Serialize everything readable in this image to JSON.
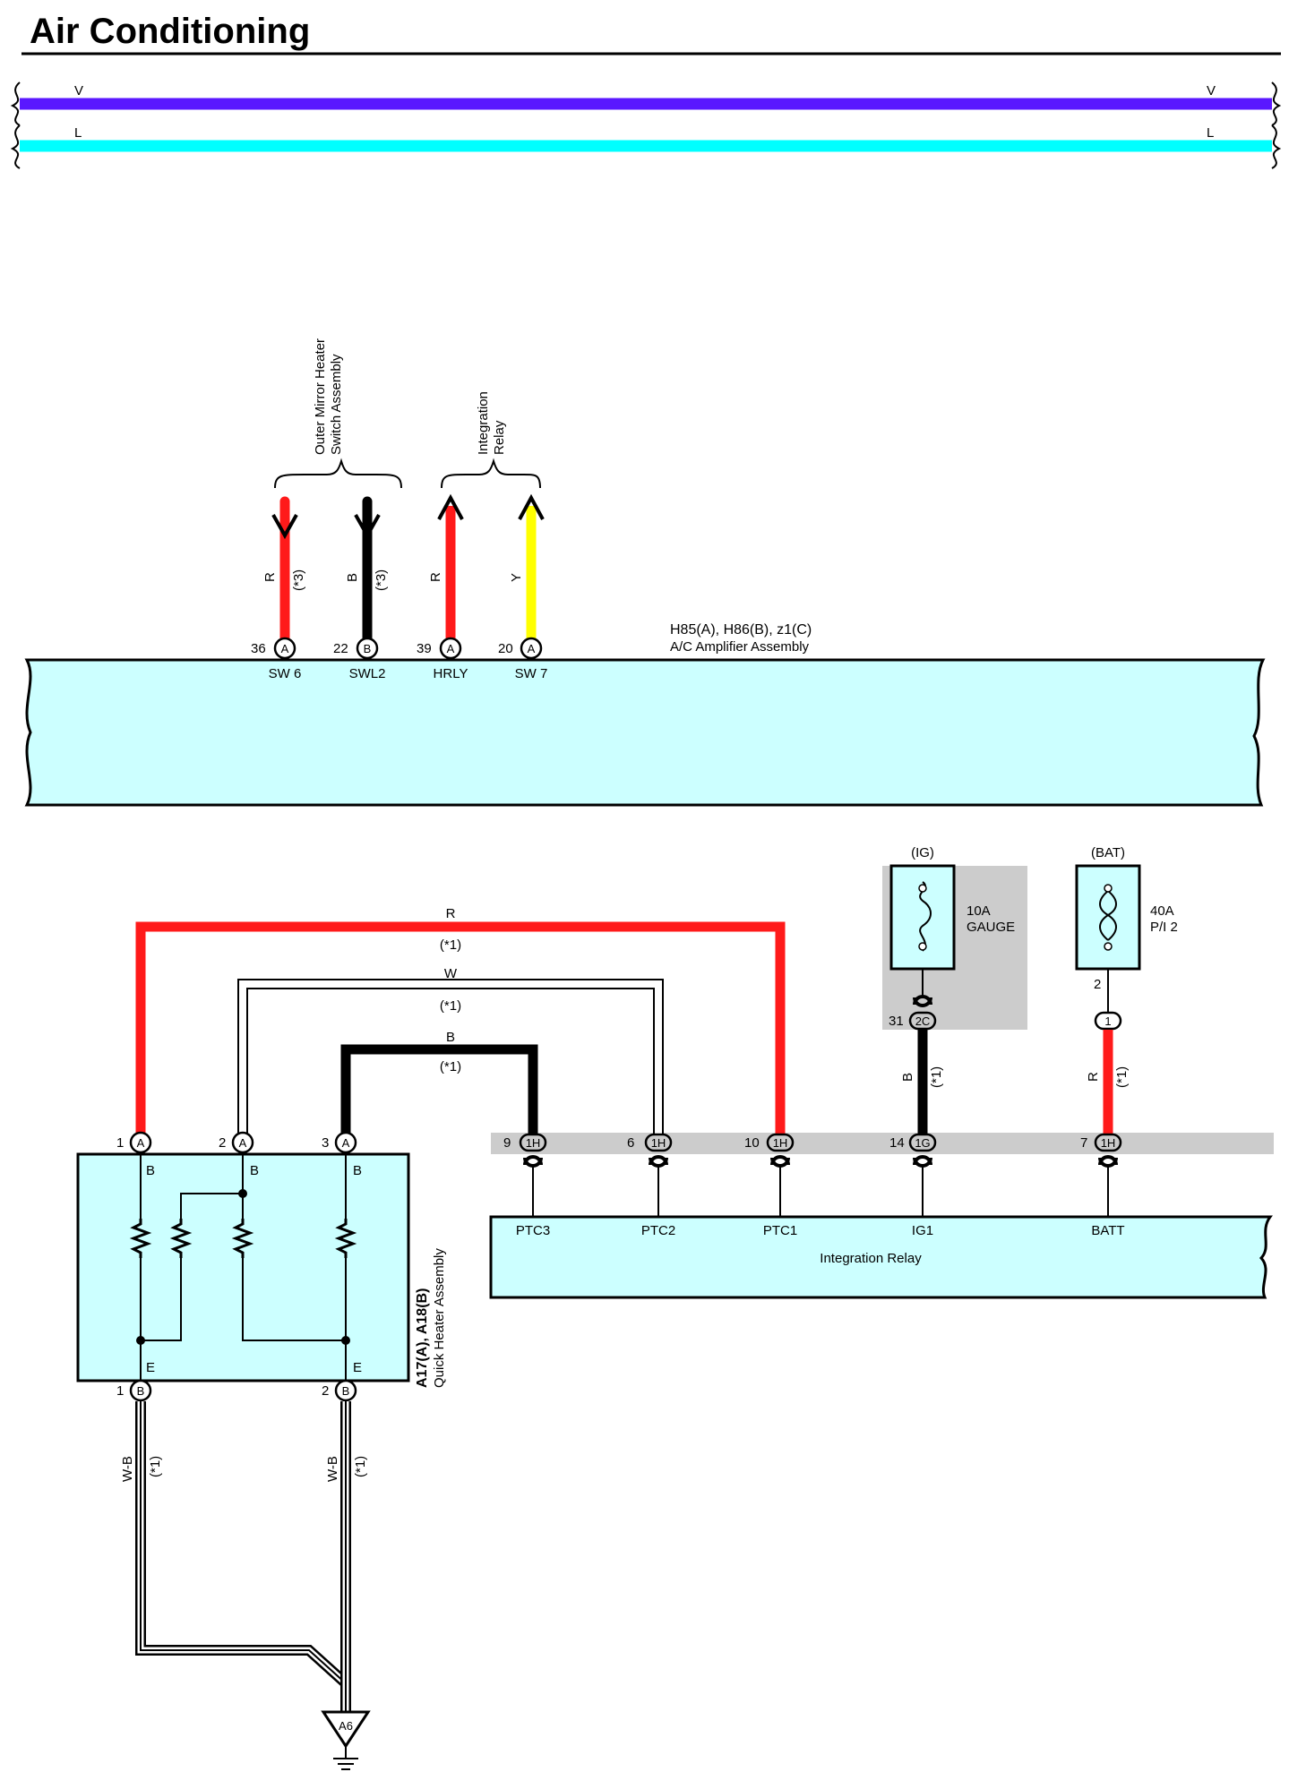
{
  "title": "Air Conditioning",
  "colors": {
    "violet": "#5a18ff",
    "cyan": "#00ffff",
    "red": "#ff1a1a",
    "black": "#000000",
    "yellow": "#ffff00",
    "component_fill": "#ccffff",
    "fuse_box": "#cccccc",
    "connector_strip": "#cccccc"
  },
  "bus": {
    "v": "V",
    "l": "L"
  },
  "groups": {
    "mirror": "Outer Mirror Heater\nSwitch Assembly",
    "relay": "Integration\nRelay"
  },
  "amplifier": {
    "connectors": "H85(A), H86(B), z1(C)",
    "name": "A/C Amplifier Assembly",
    "pins": [
      {
        "num": "36",
        "conn": "A",
        "label": "SW 6",
        "wire": "R",
        "note": "(*3)"
      },
      {
        "num": "22",
        "conn": "B",
        "label": "SWL2",
        "wire": "B",
        "note": "(*3)"
      },
      {
        "num": "39",
        "conn": "A",
        "label": "HRLY",
        "wire": "R",
        "note": ""
      },
      {
        "num": "20",
        "conn": "A",
        "label": "SW 7",
        "wire": "Y",
        "note": ""
      }
    ]
  },
  "heater_wires": [
    {
      "color": "R",
      "note": "(*1)"
    },
    {
      "color": "W",
      "note": "(*1)"
    },
    {
      "color": "B",
      "note": "(*1)"
    }
  ],
  "heater": {
    "connectors": "A17(A), A18(B)",
    "name": "Quick Heater Assembly",
    "top_pins": [
      {
        "num": "1",
        "conn": "A",
        "side": "B"
      },
      {
        "num": "2",
        "conn": "A",
        "side": "B"
      },
      {
        "num": "3",
        "conn": "A",
        "side": "B"
      }
    ],
    "bottom_pins": [
      {
        "num": "1",
        "conn": "B",
        "side": "E"
      },
      {
        "num": "2",
        "conn": "B",
        "side": "E"
      }
    ],
    "ground_wire": "W-B",
    "ground_note": "(*1)",
    "ground": "A6"
  },
  "fuses": [
    {
      "supply": "(IG)",
      "rating": "10A",
      "name": "GAUGE",
      "out_num": "31",
      "out_conn": "2C",
      "wire": "B",
      "note": "(*1)"
    },
    {
      "supply": "(BAT)",
      "rating": "40A",
      "name": "P/I 2",
      "out_num": "2",
      "out_conn": "1",
      "wire": "R",
      "note": "(*1)"
    }
  ],
  "relay": {
    "name": "Integration Relay",
    "pins": [
      {
        "num": "9",
        "conn": "1H",
        "label": "PTC3"
      },
      {
        "num": "6",
        "conn": "1H",
        "label": "PTC2"
      },
      {
        "num": "10",
        "conn": "1H",
        "label": "PTC1"
      },
      {
        "num": "14",
        "conn": "1G",
        "label": "IG1"
      },
      {
        "num": "7",
        "conn": "1H",
        "label": "BATT"
      }
    ]
  }
}
